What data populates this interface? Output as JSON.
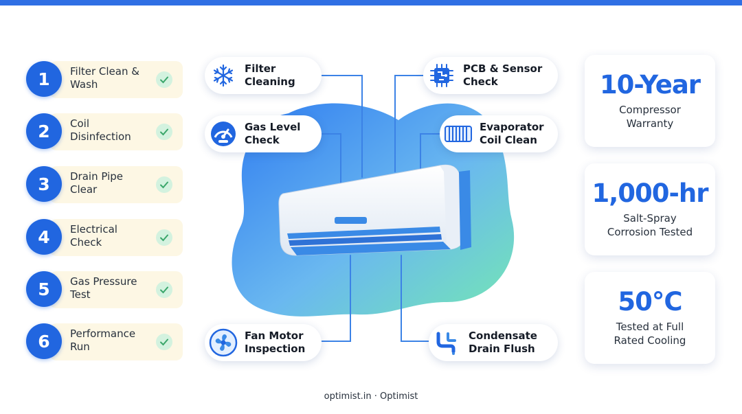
{
  "steps": [
    {
      "num": "1",
      "label": "Filter Clean & Wash"
    },
    {
      "num": "2",
      "label": "Coil Disinfection"
    },
    {
      "num": "3",
      "label": "Drain Pipe Clear"
    },
    {
      "num": "4",
      "label": "Electrical Check"
    },
    {
      "num": "5",
      "label": "Gas Pressure Test"
    },
    {
      "num": "6",
      "label": "Performance Run"
    }
  ],
  "callouts": {
    "filter_cleaning": {
      "line1": "Filter",
      "line2": "Cleaning",
      "icon": "snowflake-icon"
    },
    "gas_level_check": {
      "line1": "Gas Level",
      "line2": "Check",
      "icon": "gauge-icon"
    },
    "fan_motor": {
      "line1": "Fan Motor",
      "line2": "Inspection",
      "icon": "fan-icon"
    },
    "pcb_sensor": {
      "line1": "PCB & Sensor",
      "line2": "Check",
      "icon": "chip-icon"
    },
    "evaporator": {
      "line1": "Evaporator",
      "line2": "Coil Clean",
      "icon": "coil-icon"
    },
    "condensate": {
      "line1": "Condensate",
      "line2": "Drain Flush",
      "icon": "pipe-icon"
    }
  },
  "stats": [
    {
      "value": "10-Year",
      "line1": "Compressor",
      "line2": "Warranty"
    },
    {
      "value": "1,000-hr",
      "line1": "Salt-Spray",
      "line2": "Corrosion Tested"
    },
    {
      "value": "50°C",
      "line1": "Tested at Full",
      "line2": "Rated Cooling"
    }
  ],
  "footer": "optimist.in · Optimist",
  "colors": {
    "accent": "#2166e0",
    "pill": "#fdf7e4",
    "check": "#d3f2df",
    "topbar": "#2f6fe4"
  }
}
